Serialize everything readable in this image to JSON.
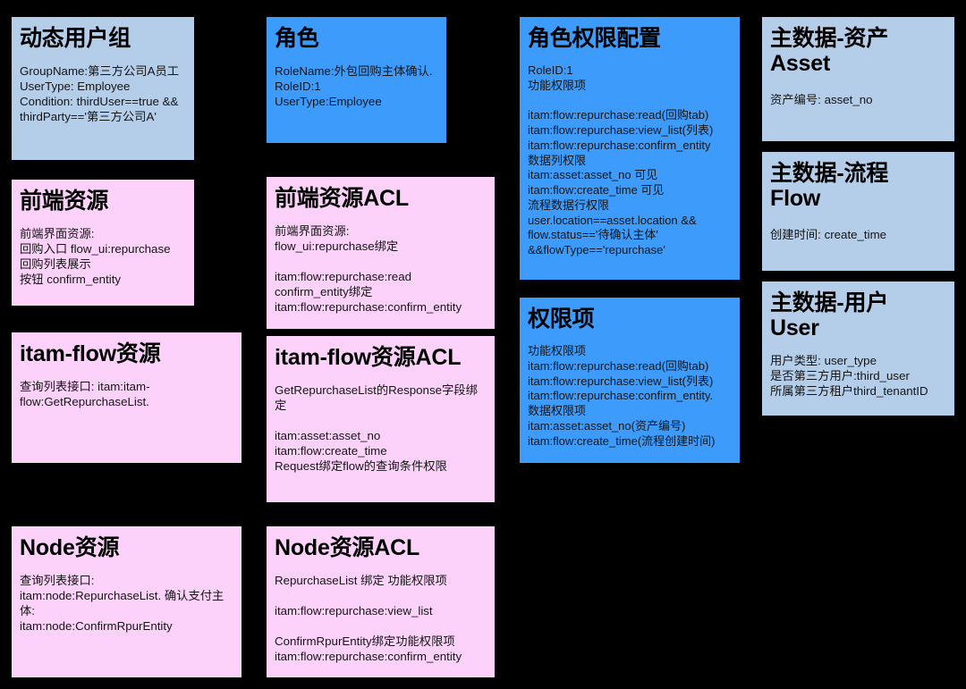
{
  "diagram": {
    "background_color": "#000000",
    "palette": {
      "blue_light": "#b4cde9",
      "blue_bright": "#3d9bfb",
      "pink": "#fcd2fb",
      "text": "#151515",
      "title": "#000000"
    },
    "cards": {
      "dynamic_group": {
        "title": "动态用户组",
        "body": "GroupName:第三方公司A员工\nUserType: Employee\nCondition: thirdUser==true &&\nthirdParty=='第三方公司A'",
        "color": "#b4cde9"
      },
      "frontend_resource": {
        "title": "前端资源",
        "body": "前端界面资源:\n回购入口 flow_ui:repurchase\n回购列表展示\n按钮  confirm_entity",
        "color": "#fcd2fb"
      },
      "itamflow_resource": {
        "title": "itam-flow资源",
        "body": "查询列表接口: itam:itam-\nflow:GetRepurchaseList.",
        "color": "#fcd2fb"
      },
      "node_resource": {
        "title": "Node资源",
        "body": "查询列表接口:\nitam:node:RepurchaseList.  确认支付主\n体:\nitam:node:ConfirmRpurEntity",
        "color": "#fcd2fb"
      },
      "role": {
        "title": "角色",
        "body": "RoleName:外包回购主体确认.\nRoleID:1\nUserType:Employee",
        "color": "#3d9bfb"
      },
      "frontend_resource_acl": {
        "title": "前端资源ACL",
        "body": "前端界面资源:\nflow_ui:repurchase绑定\n\nitam:flow:repurchase:read\nconfirm_entity绑定\n itam:flow:repurchase:confirm_entity",
        "color": "#fcd2fb"
      },
      "itamflow_resource_acl": {
        "title": "itam-flow资源ACL",
        "body": "GetRepurchaseList的Response字段绑\n定\n\nitam:asset:asset_no\nitam:flow:create_time\nRequest绑定flow的查询条件权限",
        "color": "#fcd2fb"
      },
      "node_resource_acl": {
        "title": "Node资源ACL",
        "body": "RepurchaseList 绑定 功能权限项\n\nitam:flow:repurchase:view_list\n\nConfirmRpurEntity绑定功能权限项\n itam:flow:repurchase:confirm_entity",
        "color": "#fcd2fb"
      },
      "role_permission_config": {
        "title": "角色权限配置",
        "body": "RoleID:1\n功能权限项\n\nitam:flow:repurchase:read(回购tab)\nitam:flow:repurchase:view_list(列表)\nitam:flow:repurchase:confirm_entity\n数据列权限\nitam:asset:asset_no 可见\nitam:flow:create_time 可见\n流程数据行权限\nuser.location==asset.location &&\nflow.status=='待确认主体'\n&&flowType=='repurchase'",
        "color": "#3d9bfb"
      },
      "permission_items": {
        "title": "权限项",
        "body": "功能权限项\nitam:flow:repurchase:read(回购tab)\nitam:flow:repurchase:view_list(列表)\nitam:flow:repurchase:confirm_entity.\n数据权限项\nitam:asset:asset_no(资产编号)\nitam:flow:create_time(流程创建时间)",
        "color": "#3d9bfb"
      },
      "master_data_asset": {
        "title": "主数据-资产\nAsset",
        "body": "资产编号: asset_no",
        "color": "#b4cde9"
      },
      "master_data_flow": {
        "title": "主数据-流程\nFlow",
        "body": "创建时间:  create_time",
        "color": "#b4cde9"
      },
      "master_data_user": {
        "title": "主数据-用户\nUser",
        "body": "用户类型:  user_type\n是否第三方用户:third_user\n所属第三方租户third_tenantID",
        "color": "#b4cde9"
      }
    }
  }
}
